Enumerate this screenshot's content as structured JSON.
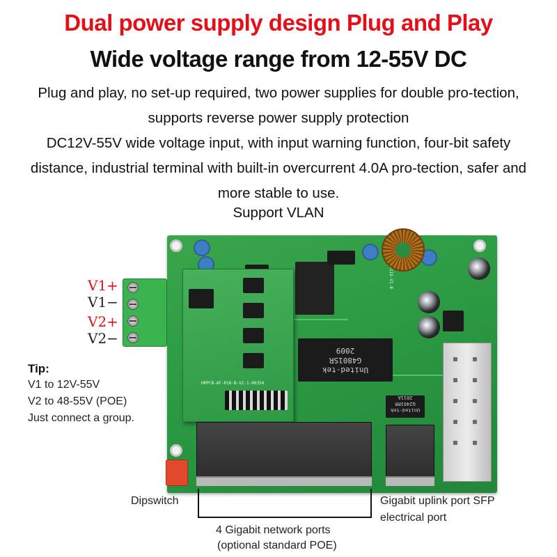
{
  "header": {
    "title_red": "Dual power supply design Plug and Play",
    "title_black": "Wide voltage range from 12-55V DC"
  },
  "description": {
    "paragraph_1": "Plug and play, no set-up required, two power supplies for double pro-tection, supports reverse power supply protection",
    "paragraph_2": "DC12V-55V wide voltage input, with input warning function, four-bit safety distance, industrial terminal with built-in overcurrent 4.0A pro-tection, safer and more stable to use.",
    "support": "Support VLAN"
  },
  "terminal_labels": [
    {
      "text": "V1+",
      "color": "#e3101a"
    },
    {
      "text": "V1−",
      "color": "#222222"
    },
    {
      "text": "V2+",
      "color": "#e3101a"
    },
    {
      "text": "V2−",
      "color": "#222222"
    }
  ],
  "tip": {
    "title": "Tip:",
    "lines": [
      "V1 to 12V-55V",
      "V2 to 48-55V (POE)",
      "Just connect a group."
    ]
  },
  "callouts": {
    "dipswitch": "Dipswitch",
    "ports_line_1": "4 Gigabit network ports",
    "ports_line_2": "(optional standard POE)",
    "uplink_line_1": "Gigabit uplink port SFP",
    "uplink_line_2": "electrical port"
  },
  "board_markings": {
    "main_chip": "United-tek\nG4801SR\n2009",
    "small_chip": "United-tek\nG2401RR\n2011A"
  },
  "colors": {
    "accent_red": "#e3101a",
    "pcb_green": "#2b9a43"
  }
}
